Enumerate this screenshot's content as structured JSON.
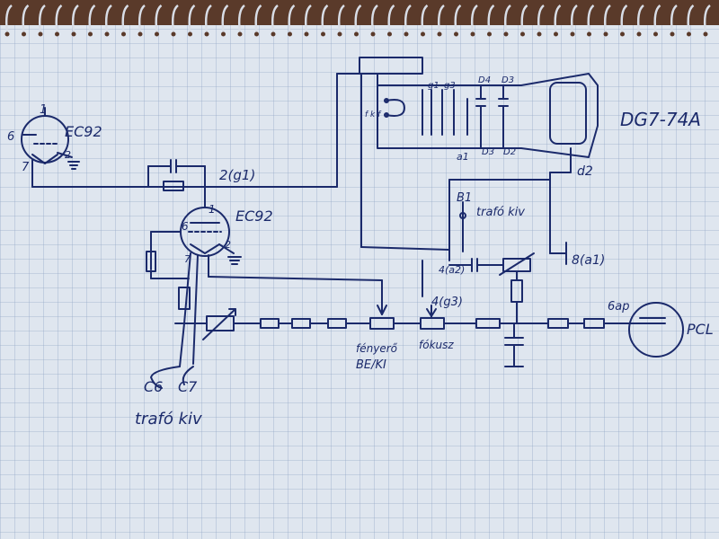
{
  "labels": {
    "tube_left": "EC92",
    "tube_left_pin_1": "1",
    "tube_left_pin_6": "6",
    "tube_left_pin_7": "7",
    "tube_left_pin_2": "2",
    "tube_mid": "EC92",
    "tube_mid_pin_1": "1",
    "tube_mid_pin_6": "6",
    "tube_mid_pin_7": "7",
    "tube_mid_pin_2": "2",
    "g1_node": "2(g1)",
    "crt_name": "DG7-74A",
    "crt_g1": "g1",
    "crt_g3": "g3",
    "crt_d4": "D4",
    "crt_d3_top": "D3",
    "crt_a1": "a1",
    "crt_d3": "D3",
    "crt_d2": "D2",
    "crt_d2_out": "d2",
    "heater_pins": "f k f",
    "b1_label": "B1",
    "trafo_kiv_top": "trafó kiv",
    "a2_label": "4(a2)",
    "a1_node": "8(a1)",
    "g3_node": "4(g3)",
    "gap_label": "6ap",
    "pcl_label": "PCL",
    "fenyero": "fényerő",
    "be_ki": "BE/KI",
    "fokusz": "fókusz",
    "c6": "C6",
    "c7": "C7",
    "trafo_kiv_bottom": "trafó kiv"
  },
  "colors": {
    "ink": "#1b2a6b",
    "grid": "#8fa3c4",
    "paper": "#dfe6ef",
    "spiral": "#d8dde6",
    "desk": "#5a3a2a"
  }
}
